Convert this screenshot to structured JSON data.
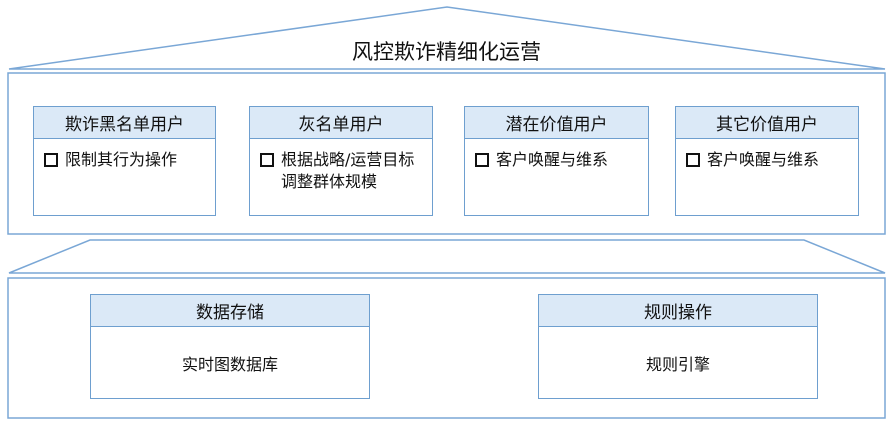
{
  "title": "风控欺诈精细化运营",
  "user_segments": [
    {
      "name": "欺诈黑名单用户",
      "item": "限制其行为操作"
    },
    {
      "name": "灰名单用户",
      "item": "根据战略/运营目标调整群体规模"
    },
    {
      "name": "潜在价值用户",
      "item": "客户唤醒与维系"
    },
    {
      "name": "其它价值用户",
      "item": "客户唤醒与维系"
    }
  ],
  "foundation": [
    {
      "name": "数据存储",
      "body": "实时图数据库"
    },
    {
      "name": "规则操作",
      "body": "规则引擎"
    }
  ],
  "colors": {
    "border": "#6e9fcf",
    "header_fill": "#dbe9f7",
    "frame_line": "#7aa7d6"
  }
}
